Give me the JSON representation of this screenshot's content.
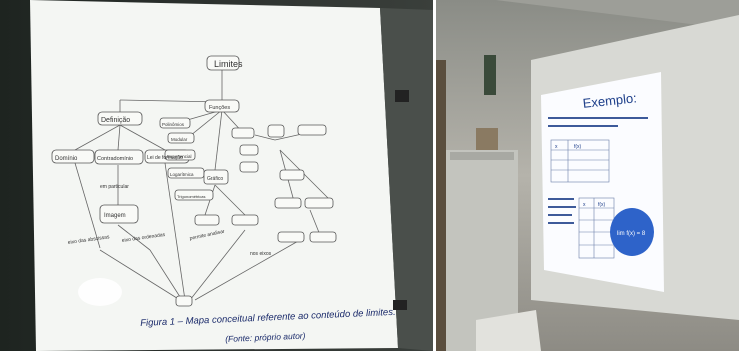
{
  "left_photo": {
    "map_title": "Limites",
    "nodes": {
      "definicao": "Definição",
      "dominio": "Domínio",
      "contradominio": "Contradomínio",
      "lei_formacao": "Lei de formação",
      "imagem": "Imagem",
      "em_particular": "em particular",
      "eixo_abscissas": "eixo das abscissas",
      "eixo_ordenadas": "eixo das ordenadas",
      "polinomios": "Polinômios",
      "modular": "Modular",
      "exponencial": "Exponencial",
      "logaritmica": "Logarítmica",
      "trigonometricas": "Trigonométricas",
      "grafico": "Gráfico",
      "funcoes": "Funções",
      "permite_analisar": "permite analisar",
      "nos_eixos": "nos eixos"
    },
    "caption_line1": "Figura 1 – Mapa conceitual referente ao conteúdo de limites.",
    "caption_line2": "(Fonte: próprio autor)"
  },
  "right_photo": {
    "slide_title": "Exemplo:",
    "table1_header": [
      "x",
      "f(x)"
    ],
    "table2_header": [
      "x",
      "f(x)"
    ],
    "circle_label": "lim f(x) = 8"
  },
  "colors": {
    "slide_text": "#1e3f8a",
    "circle": "#2e63c9",
    "map_text": "#333333"
  }
}
